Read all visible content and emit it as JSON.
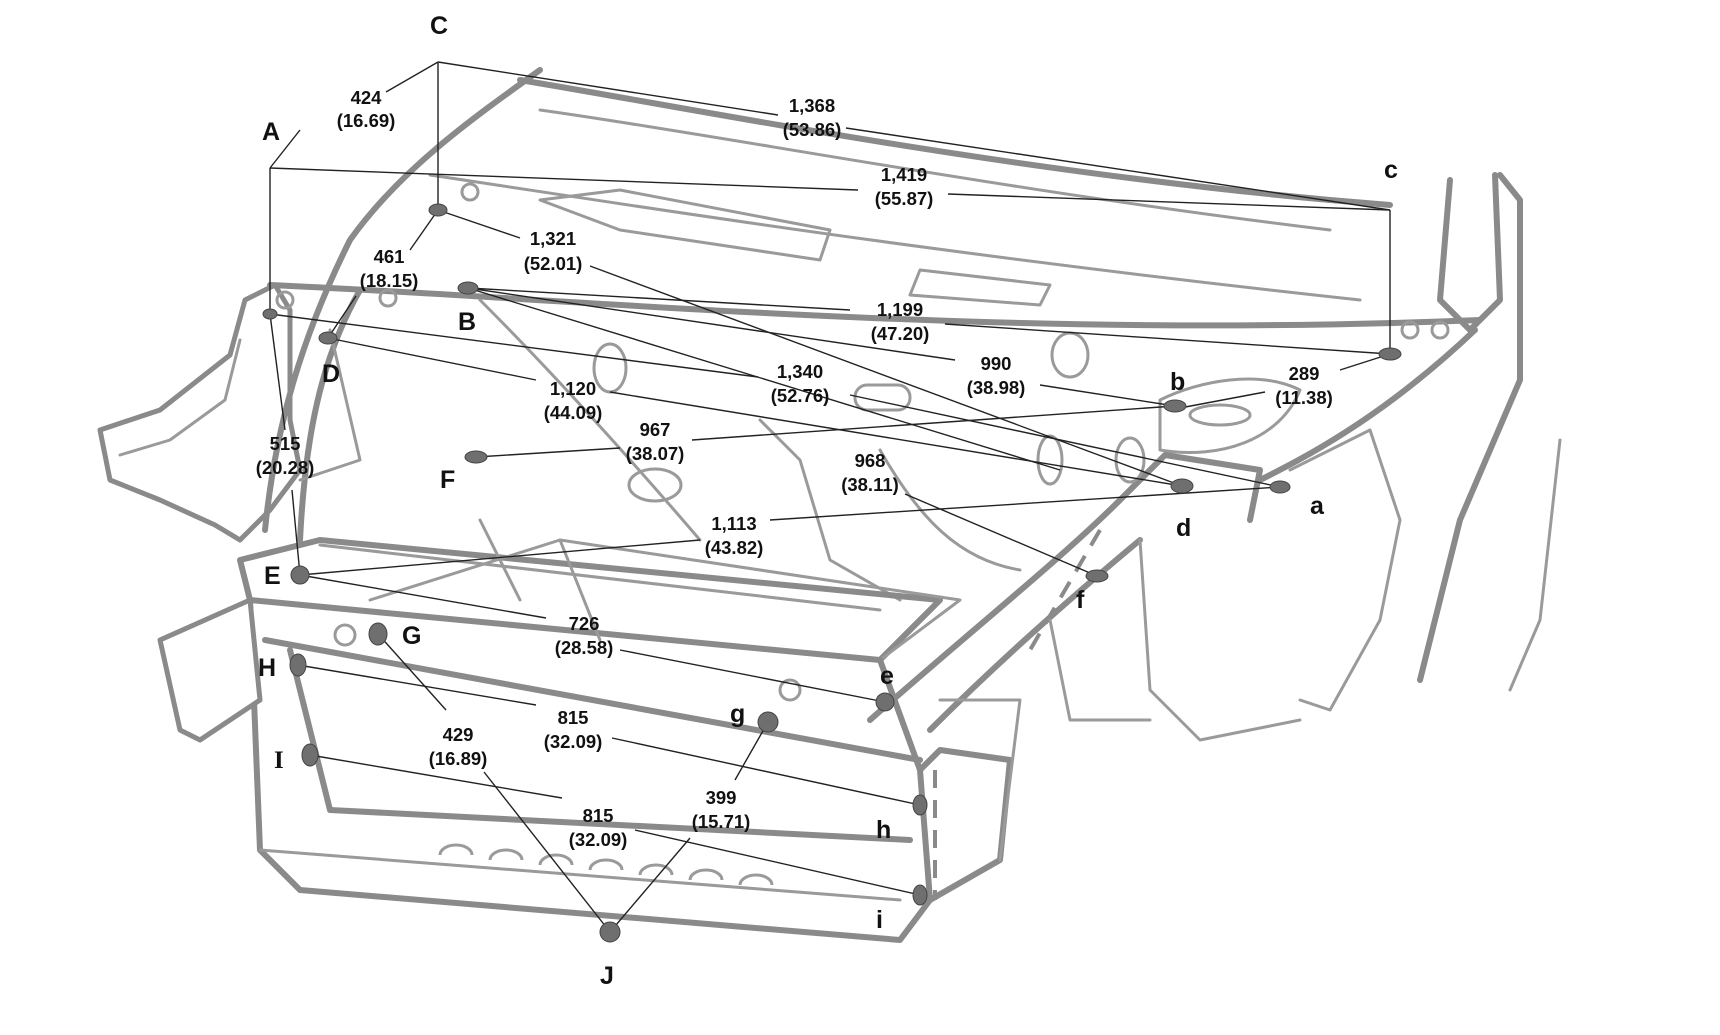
{
  "points": {
    "A": "A",
    "B": "B",
    "C": "C",
    "D": "D",
    "E": "E",
    "F": "F",
    "G": "G",
    "H": "H",
    "I": "I",
    "J": "J",
    "a": "a",
    "b": "b",
    "c": "c",
    "d": "d",
    "e": "e",
    "f": "f",
    "g": "g",
    "h": "h",
    "i": "i"
  },
  "dimensions": [
    {
      "id": "A-C",
      "mm": "424",
      "in": "(16.69)"
    },
    {
      "id": "C-c",
      "mm": "1,368",
      "in": "(53.86)"
    },
    {
      "id": "A-c",
      "mm": "1,419",
      "in": "(55.87)"
    },
    {
      "id": "C-d",
      "mm": "1,321",
      "in": "(52.01)"
    },
    {
      "id": "A-D",
      "mm": "461",
      "in": "(18.15)"
    },
    {
      "id": "B-c",
      "mm": "1,199",
      "in": "(47.20)"
    },
    {
      "id": "A-a",
      "mm": "1,340",
      "in": "(52.76)"
    },
    {
      "id": "B-b",
      "mm": "990",
      "in": "(38.98)"
    },
    {
      "id": "b-c",
      "mm": "289",
      "in": "(11.38)"
    },
    {
      "id": "D-d",
      "mm": "1,120",
      "in": "(44.09)"
    },
    {
      "id": "F-b",
      "mm": "967",
      "in": "(38.07)"
    },
    {
      "id": "B-f",
      "mm": "968",
      "in": "(38.11)"
    },
    {
      "id": "A-E",
      "mm": "515",
      "in": "(20.28)"
    },
    {
      "id": "E-a",
      "mm": "1,113",
      "in": "(43.82)"
    },
    {
      "id": "E-e",
      "mm": "726",
      "in": "(28.58)"
    },
    {
      "id": "H-h",
      "mm": "815",
      "in": "(32.09)"
    },
    {
      "id": "G-J",
      "mm": "429",
      "in": "(16.89)"
    },
    {
      "id": "g-J",
      "mm": "399",
      "in": "(15.71)"
    },
    {
      "id": "I-i",
      "mm": "815",
      "in": "(32.09)"
    }
  ],
  "colors": {
    "body_outline": "#8a8a8a",
    "measure_line": "#222222",
    "point_marker": "#6f6f6f"
  }
}
